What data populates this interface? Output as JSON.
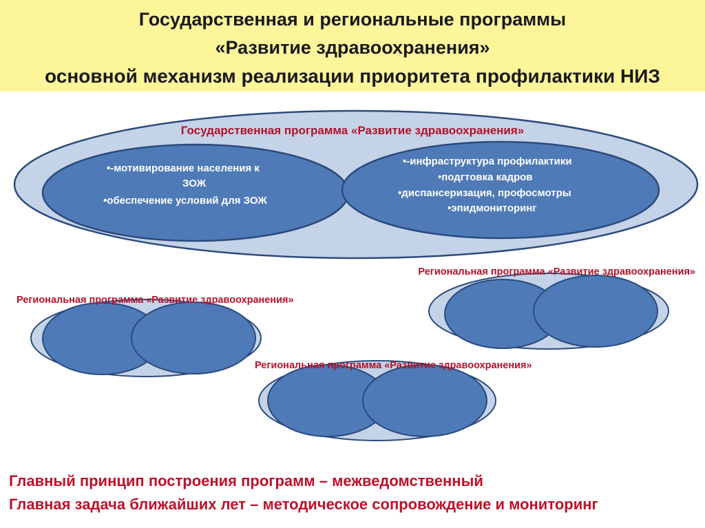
{
  "header": {
    "line1": "Государственная и региональные программы",
    "line2": "«Развитие здравоохранения»",
    "line3": "основной механизм реализации приоритета профилактики НИЗ"
  },
  "state_program": {
    "title": "Государственная программа «Развитие здравоохранения»",
    "left_items": [
      "•-мотивирование населения к",
      "ЗОЖ",
      "•обеспечение условий для ЗОЖ"
    ],
    "right_items": [
      "•-инфраструктура профилактики",
      "•подгтовка кадров",
      "•диспансеризация, профосмотры",
      "•эпидмониторинг"
    ]
  },
  "regional_programs": [
    {
      "title": "Региональная программа «Развитие здравоохранения»"
    },
    {
      "title": "Региональная программа «Развитие здравоохранения»"
    },
    {
      "title": "Региональная программа «Развитие здравоохранения»"
    }
  ],
  "footer": {
    "line1": "Главный принцип построения программ – межведомственный",
    "line2": "Главная задача ближайших лет – методическое сопровождение и мониторинг"
  },
  "colors": {
    "header_bg": "#fdf59a",
    "outer_ellipse": "#c4d3e8",
    "inner_ellipse": "#4e7ab8",
    "ellipse_stroke": "#2c4a7c",
    "accent_red": "#b3122a"
  }
}
